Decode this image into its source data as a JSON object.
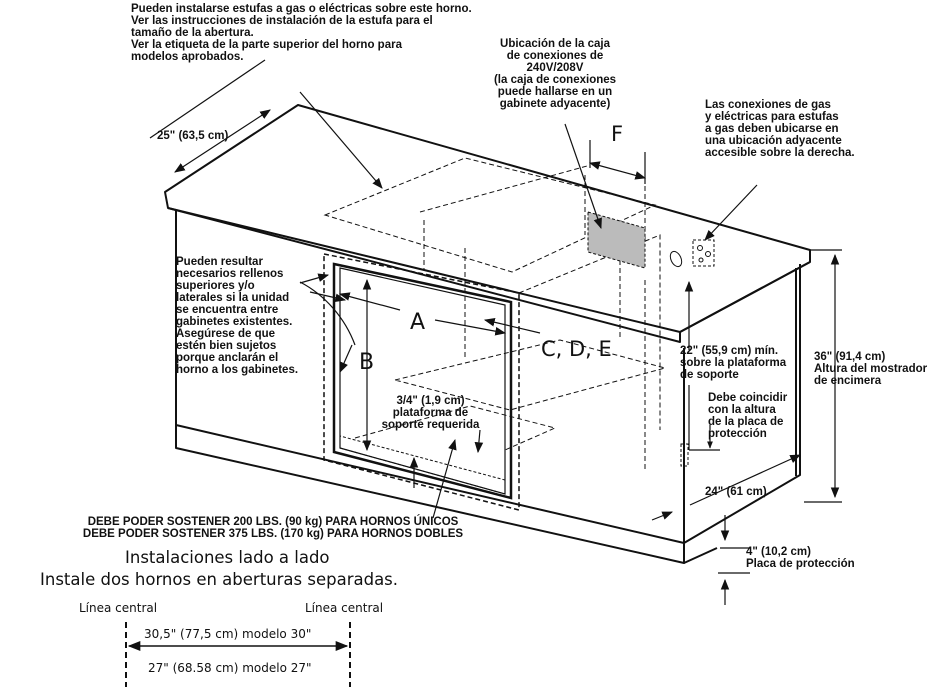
{
  "notes": {
    "top": "Pueden instalarse estufas a gas o eléctricas sobre este horno.\nVer las instrucciones de instalación de la estufa para el\ntamaño de la abertura.\nVer la etiqueta de la parte superior del horno para\nmodelos aprobados.",
    "junction_box": "Ubicación de la caja\nde conexiones de\n240V/208V\n(la caja de conexiones\npuede hallarse en un\ngabinete adyacente)",
    "gas_connections": "Las conexiones de gas\ny eléctricas para estufas\na gas deben ubicarse en\nuna ubicación adyacente\naccesible sobre la derecha.",
    "fillers": "Pueden resultar\nnecesarios rellenos\nsuperiores y/o\nlaterales si la unidad\nse encuentra entre\ngabinetes existentes.\nAsegúrese de que\nestén bien sujetos\nporque anclarán el\nhorno a los gabinetes.",
    "platform": "3/4\" (1,9 cm)\nplataforma de\nsoporte requerida",
    "min_height": "22\" (55,9 cm) mín.\nsobre la plataforma\nde soporte",
    "counter_height": "36\" (91,4 cm)\nAltura del mostrador\nde encimera",
    "match_toekick": "Debe coincidir\ncon la altura\nde la placa de\nprotección",
    "depth_cabinet": "24\" (61 cm)",
    "toekick": "4\" (10,2 cm)\nPlaca de protección",
    "depth_counter": "25\" (63,5 cm)",
    "weight": "DEBE PODER SOSTENER 200 LBS. (90 kg) PARA HORNOS ÚNICOS\nDEBE PODER SOSTENER 375 LBS. (170 kg) PARA HORNOS DOBLES"
  },
  "labels": {
    "A": "A",
    "B": "B",
    "CDE": "C, D, E",
    "F": "F"
  },
  "side_by_side": {
    "title": "Instalaciones lado a lado",
    "subtitle": "Instale dos hornos en aberturas separadas.",
    "centerline_left": "Línea central",
    "centerline_right": "Línea central",
    "dim_30": "30,5\" (77,5 cm) modelo 30\"",
    "dim_27": "27\" (68.58 cm) modelo 27\""
  }
}
